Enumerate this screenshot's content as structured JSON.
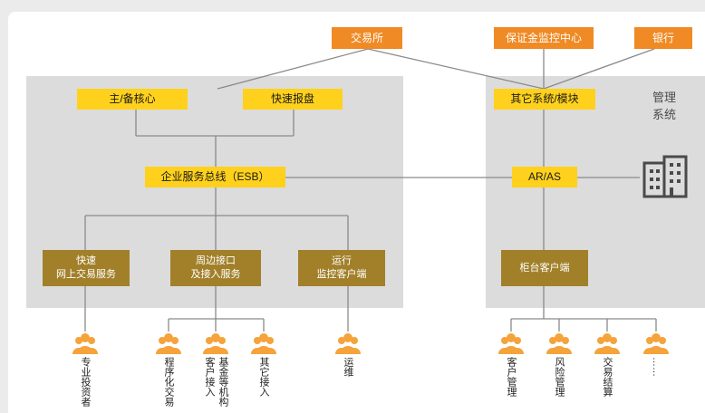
{
  "colors": {
    "orange": "#f08a24",
    "yellow": "#ffd11c",
    "olive": "#a2802a",
    "panel": "#dcdcdc",
    "line": "#8a8a8a",
    "person": "#f5a33a"
  },
  "top_nodes": {
    "exchange": "交易所",
    "margin_center": "保证金监控中心",
    "bank": "银行"
  },
  "core": {
    "main_backup": "主/备核心",
    "fast_report": "快速报盘",
    "esb": "企业服务总线（ESB）"
  },
  "services": {
    "online_trading": [
      "快速",
      "网上交易服务"
    ],
    "peripheral": [
      "周边接口",
      "及接入服务"
    ],
    "ops_monitor": [
      "运行",
      "监控客户端"
    ]
  },
  "management": {
    "other_systems": "其它系统/模块",
    "aras": "AR/AS",
    "counter_client": "柜台客户端",
    "title": [
      "管理",
      "系统"
    ],
    "building_icon": "building-icon"
  },
  "users": {
    "icon": "people-icon",
    "labels": {
      "pro_investor": "专业投资者",
      "program_trading": "程序化交易",
      "client_access": "客户接入",
      "fund_institution": "基金等机构",
      "other_access": "其它接入",
      "ops": "运维",
      "client_mgmt": "客户管理",
      "risk_mgmt": "风险管理",
      "trade_settle": "交易结算",
      "more": "……"
    }
  }
}
